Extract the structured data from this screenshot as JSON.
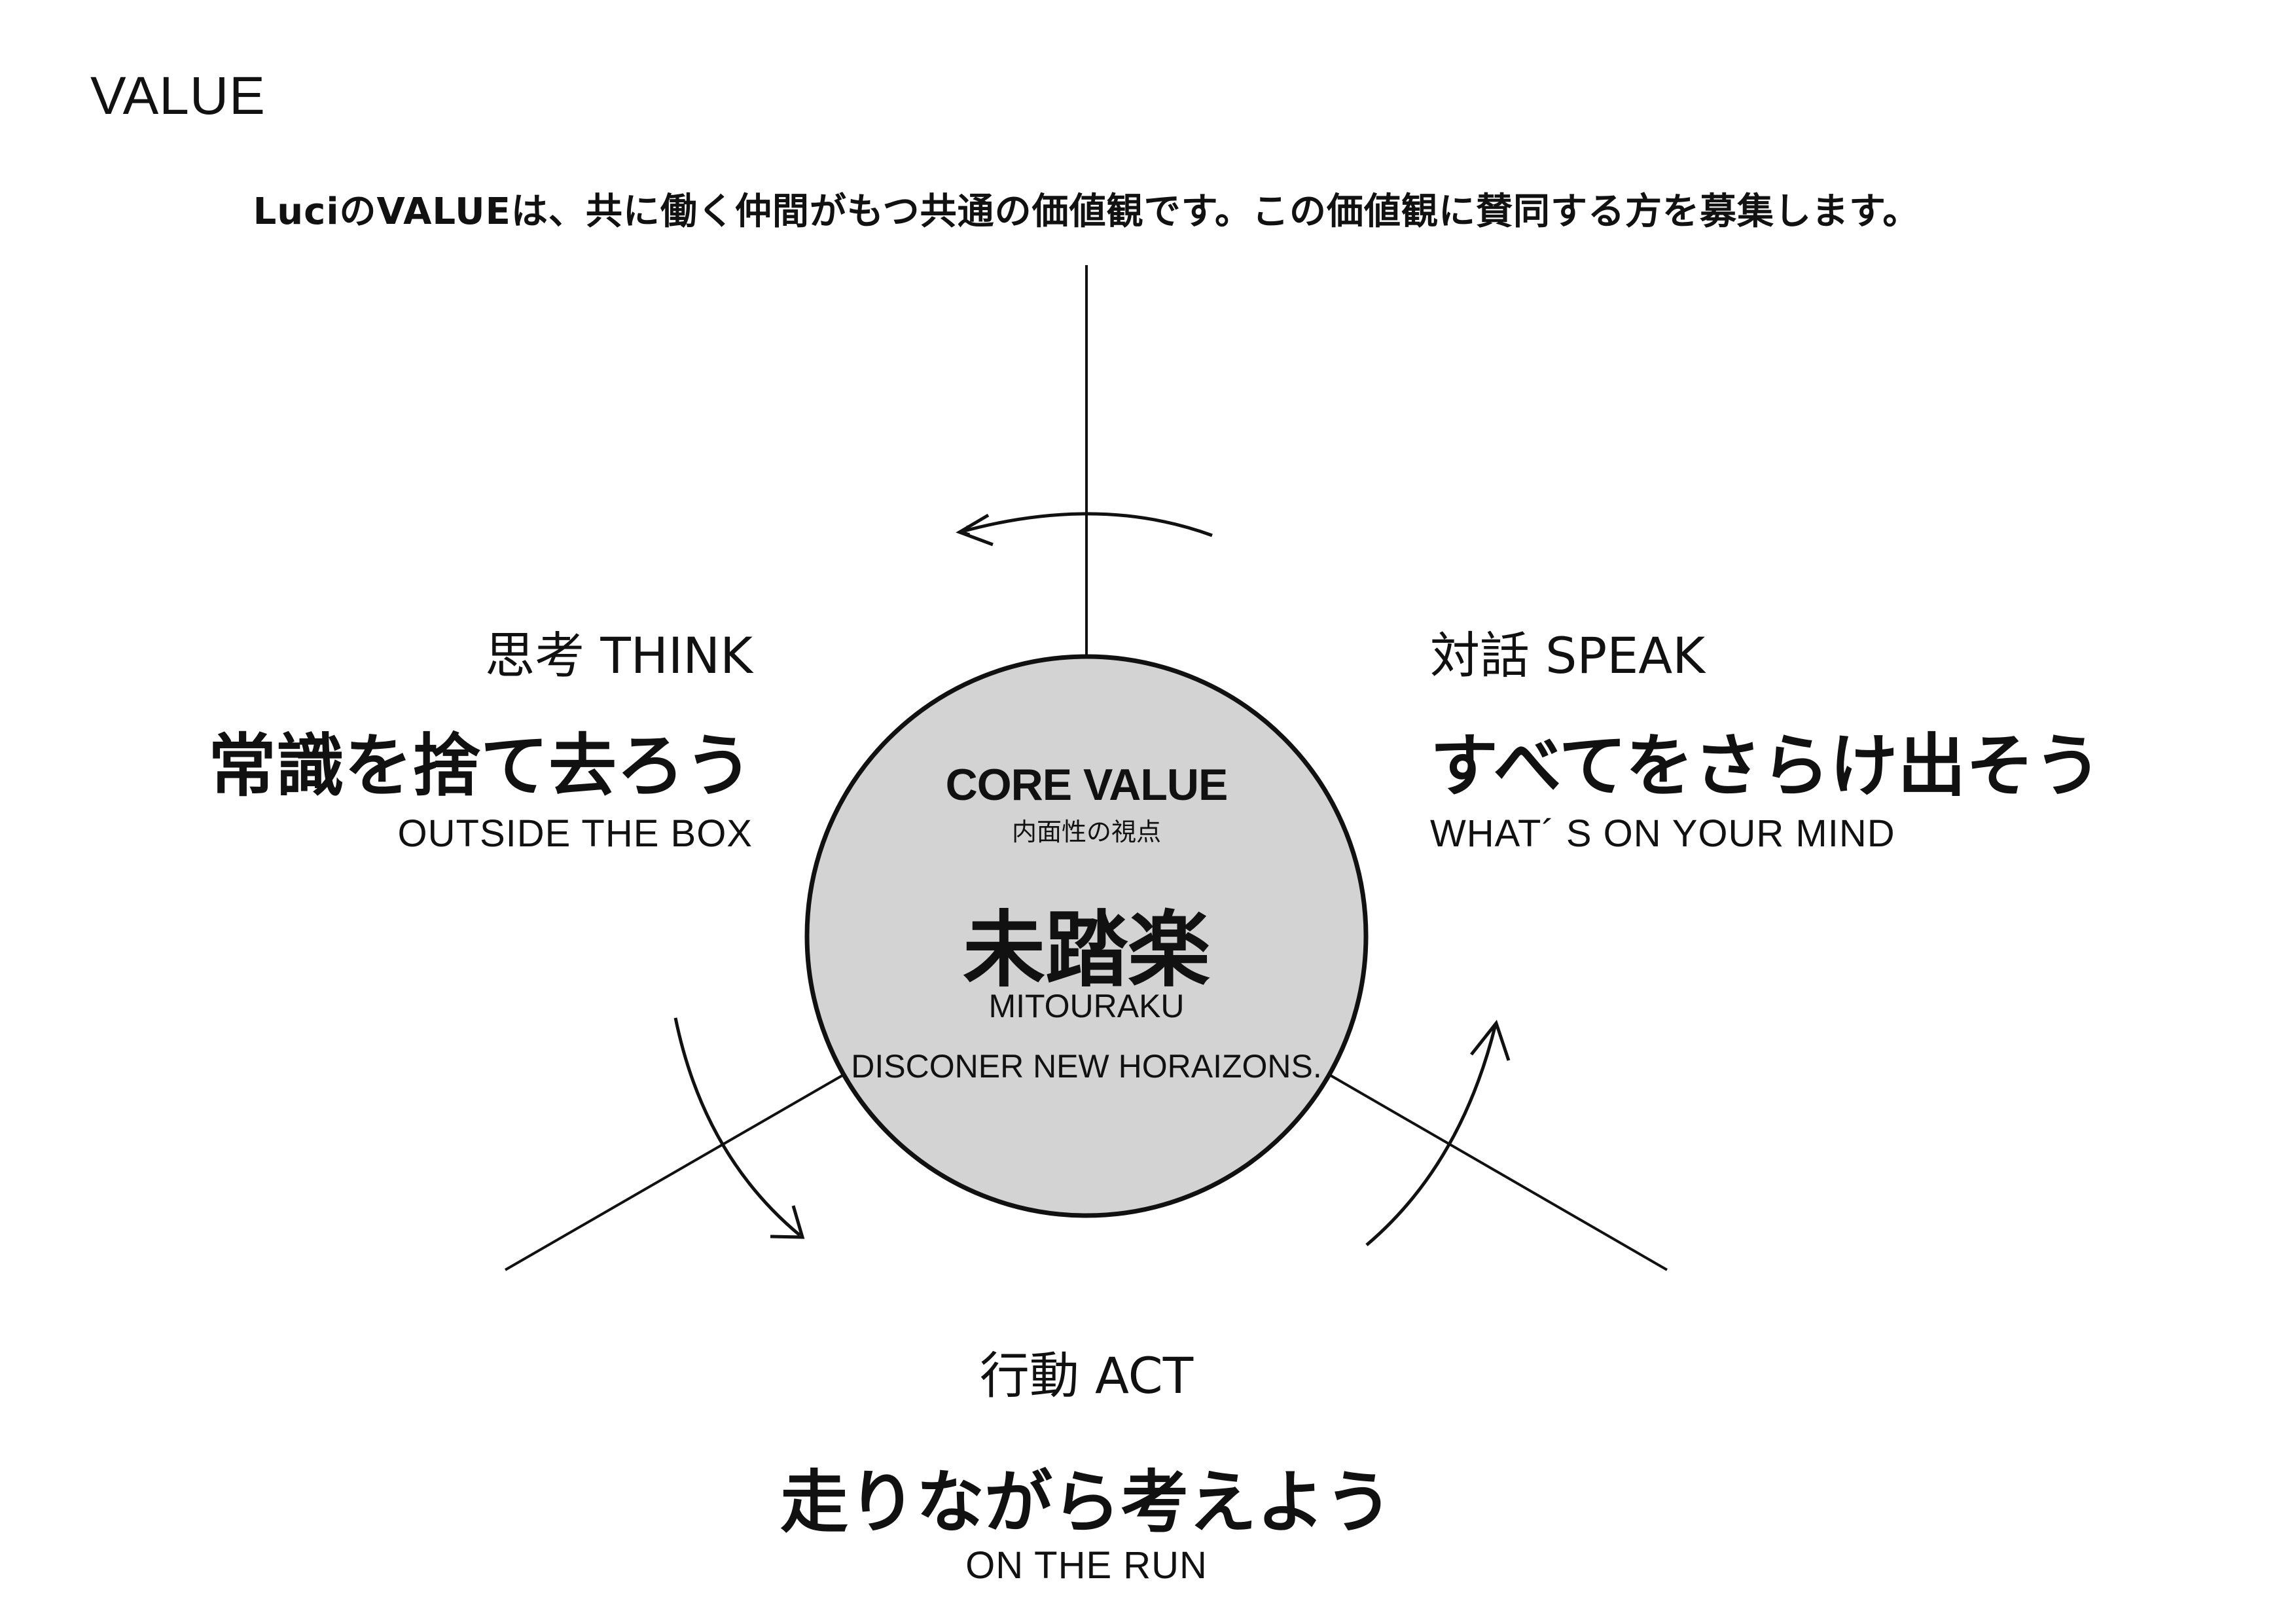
{
  "page": {
    "title": "VALUE",
    "intro": "LuciのVALUEは、共に働く仲間がもつ共通の価値観です。この価値観に賛同する方を募集します。"
  },
  "core": {
    "label": "CORE VALUE",
    "sublabel": "内面性の視点",
    "name": "未踏楽",
    "reading": "MITOURAKU",
    "tagline": "DISCONER NEW HORAIZONS.",
    "fill_color": "#d3d3d3"
  },
  "values": {
    "think": {
      "heading": "思考 THINK",
      "main": "常識を捨て去ろう",
      "sub": "OUTSIDE THE BOX"
    },
    "speak": {
      "heading": "対話 SPEAK",
      "main": "すべてをさらけ出そう",
      "sub": "WHAT´ S ON YOUR MIND"
    },
    "act": {
      "heading": "行動 ACT",
      "main": "走りながら考えよう",
      "sub": "ON THE RUN"
    }
  },
  "colors": {
    "line": "#111111",
    "background": "#ffffff"
  }
}
